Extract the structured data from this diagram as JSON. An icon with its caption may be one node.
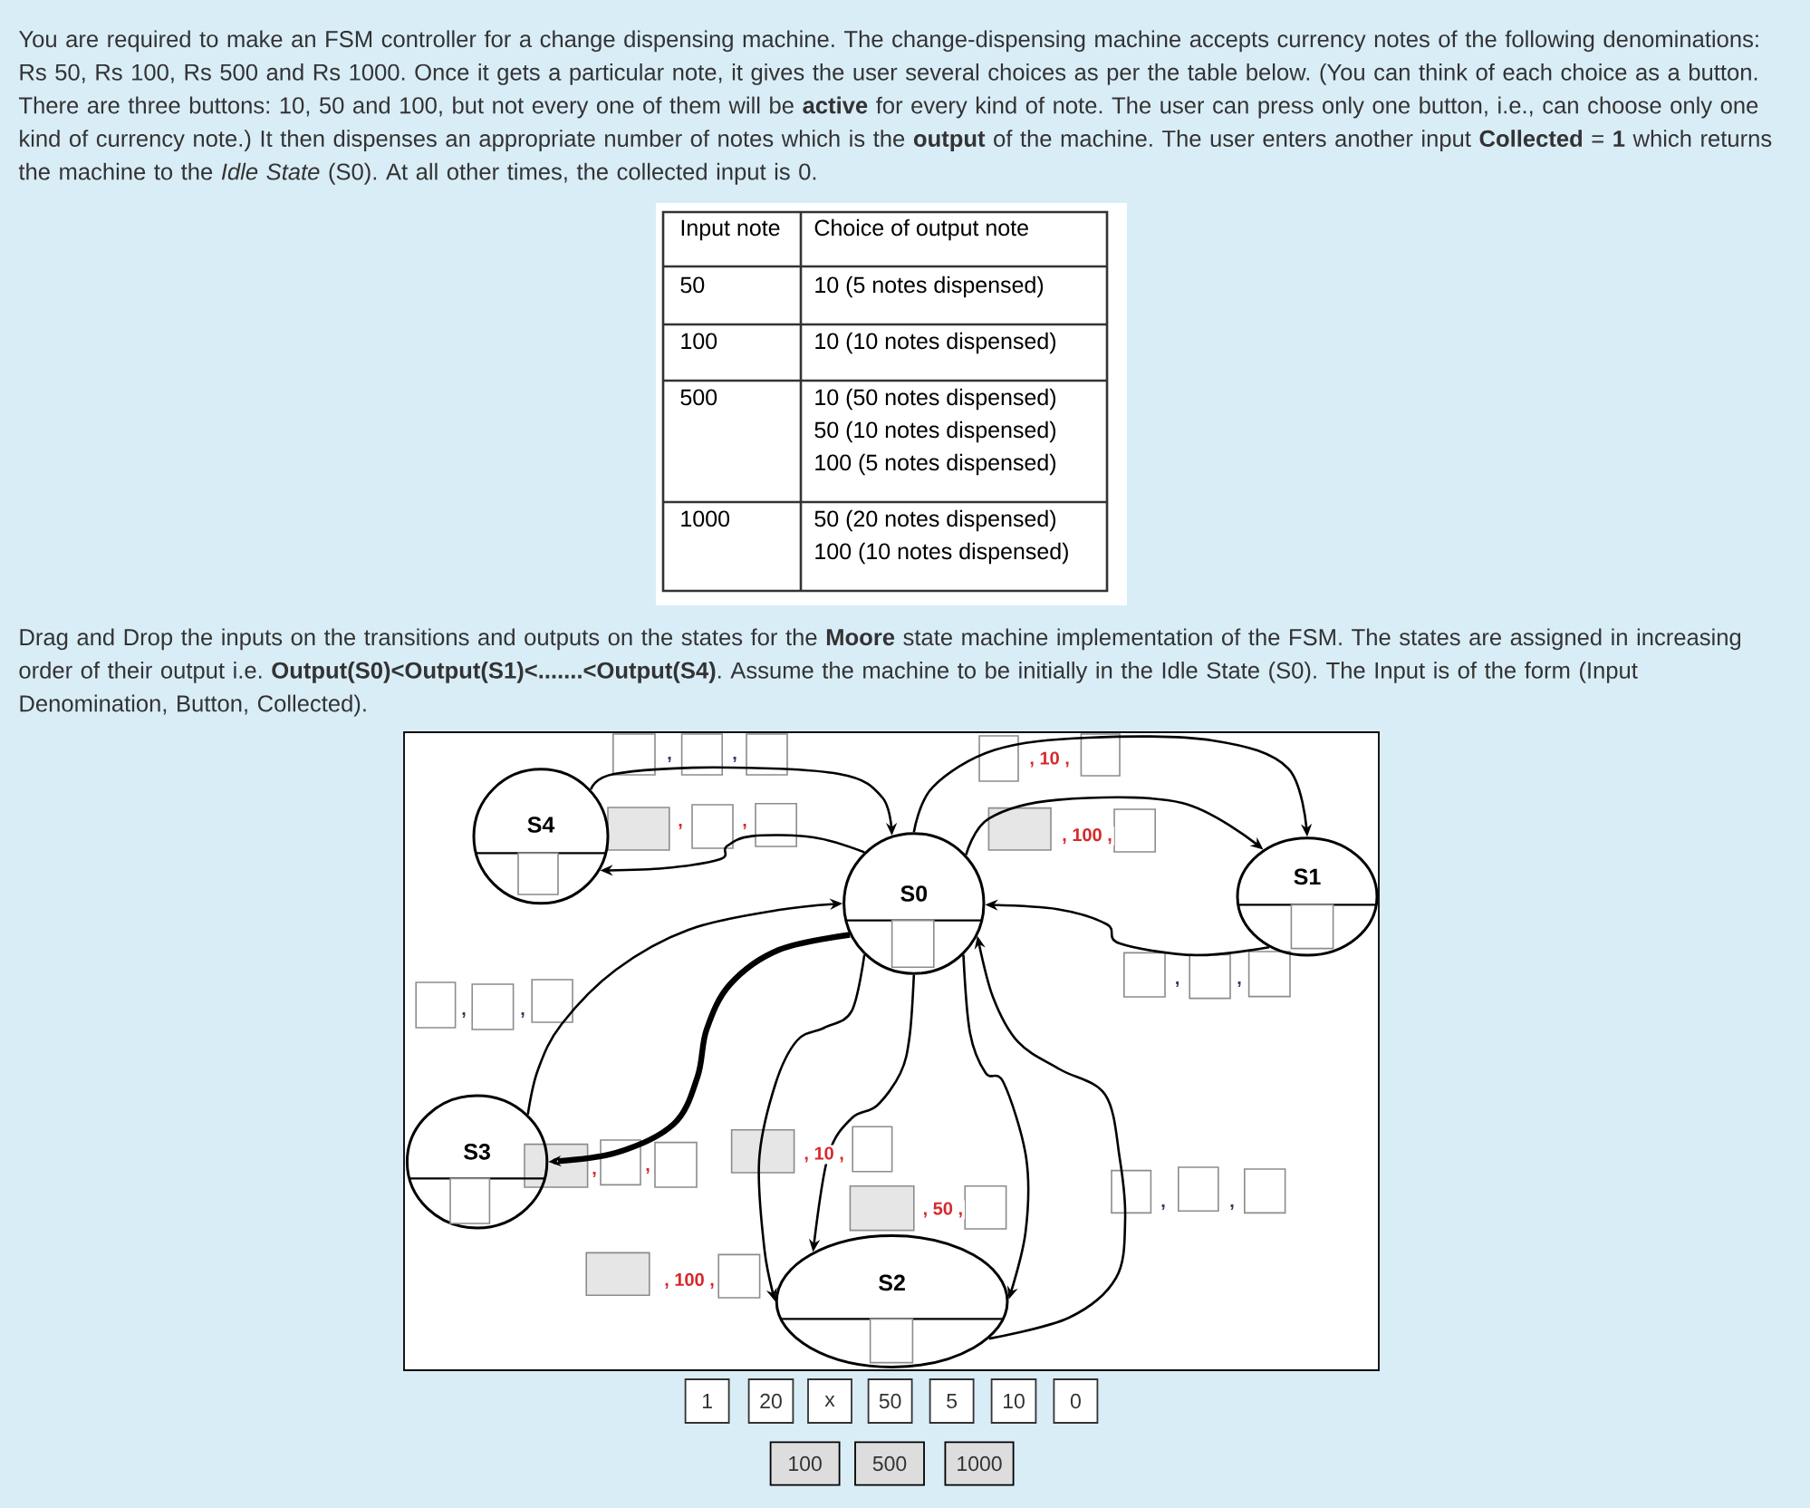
{
  "diagram": {
    "nodes": [
      {
        "text": [
          "S4"
        ]
      },
      {
        "text": [
          "S0"
        ]
      },
      {
        "text": [
          "S1"
        ]
      },
      {
        "text": [
          "S3"
        ]
      },
      {
        "text": [
          "S2"
        ]
      }
    ],
    "edges": [
      {
        "from": 0,
        "to": 1,
        "arrow": "to"
      },
      {
        "from": 1,
        "to": 0,
        "arrow": "to"
      },
      {
        "from": 1,
        "to": 2,
        "arrow": "to",
        "label": ", 10 ,"
      },
      {
        "from": 1,
        "to": 2,
        "arrow": "to",
        "label": ", 100 ,"
      },
      {
        "from": 2,
        "to": 1,
        "arrow": "to"
      },
      {
        "from": 3,
        "to": 1,
        "arrow": "to"
      },
      {
        "from": 1,
        "to": 3,
        "arrow": "to",
        "style": "thick"
      },
      {
        "from": 1,
        "to": 4,
        "arrow": "to",
        "label": ", 10 ,"
      },
      {
        "from": 1,
        "to": 4,
        "arrow": "to",
        "label": ", 100 ,"
      },
      {
        "from": 1,
        "to": 4,
        "arrow": "to",
        "label": ", 50 ,"
      },
      {
        "from": 4,
        "to": 1,
        "arrow": "to"
      }
    ],
    "labels": [
      "You are required to make an FSM controller for a change dispensing machine. The change-dispensing machine accepts currency notes of the following denominations: Rs 50, Rs 100, Rs 500 and Rs 1000. Once it gets a particular note, it gives the user several choices as per the table below. (You can think of each choice as a button. There are three buttons: 10, 50 and 100, but not every one of them will be **active** for every kind of note. The user can press only one button, i.e., can choose only one kind of currency note.) It then dispenses an appropriate number of notes which is the **output** of the machine. The user enters another input **Collected** = **1** which returns the machine to the *Idle State* (S0). At all other times, the collected input is 0.",
      "Input note",
      "Choice of output note",
      "50",
      "10 (5 notes dispensed)",
      "100",
      "10 (10 notes dispensed)",
      "500",
      "10 (50 notes dispensed)",
      "50 (10 notes dispensed)",
      "100 (5 notes dispensed)",
      "1000",
      "50 (20 notes dispensed)",
      "100 (10 notes dispensed)",
      "Drag and Drop the inputs on the transitions and outputs on the states for the **Moore** state machine implementation of the FSM. The states are assigned in increasing order of their output i.e. **Output(S0)<Output(S1)<.......<Output(S4)**. Assume the machine to be initially in the Idle State (S0). The Input is of the form (Input Denomination, Button, Collected).",
      ",",
      ",",
      ",",
      ",",
      ",",
      ",",
      ",",
      ",",
      ",",
      ",",
      ",",
      ",",
      "1",
      "20",
      "x",
      "50",
      "5",
      "10",
      "0",
      "100",
      "500",
      "1000"
    ]
  }
}
